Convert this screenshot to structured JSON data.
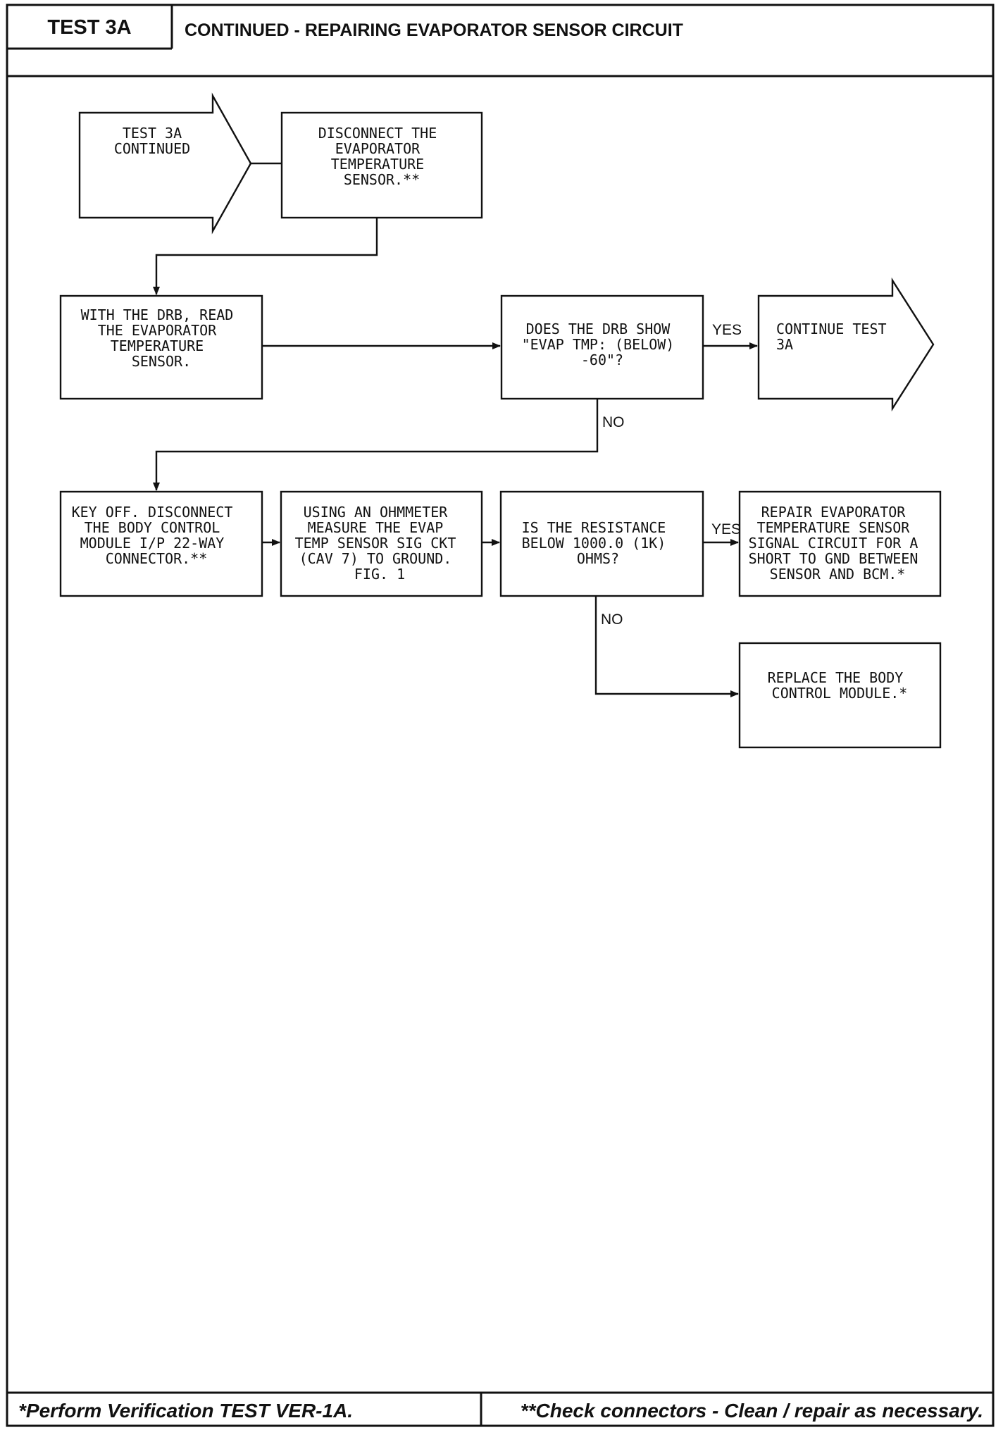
{
  "header": {
    "test_id": "TEST 3A",
    "title": "CONTINUED - REPAIRING EVAPORATOR SENSOR CIRCUIT"
  },
  "flow": {
    "start": [
      "TEST 3A",
      "CONTINUED"
    ],
    "disconnect_sensor": [
      "DISCONNECT THE",
      "EVAPORATOR",
      "TEMPERATURE",
      "SENSOR.**"
    ],
    "read_sensor": [
      "WITH THE DRB, READ",
      "THE EVAPORATOR",
      "TEMPERATURE",
      "SENSOR."
    ],
    "drb_question": [
      "DOES THE DRB SHOW",
      "\"EVAP TMP: (BELOW)",
      "-60\"?"
    ],
    "continue_test": [
      "CONTINUE TEST",
      "3A"
    ],
    "key_off": [
      "KEY OFF. DISCONNECT",
      "THE BODY CONTROL",
      "MODULE I/P 22-WAY",
      "CONNECTOR.**"
    ],
    "ohmmeter": [
      "USING AN OHMMETER",
      "MEASURE THE EVAP",
      "TEMP SENSOR SIG CKT",
      "(CAV 7) TO GROUND.",
      "FIG. 1"
    ],
    "resistance_question": [
      "IS THE RESISTANCE",
      "BELOW 1000.0 (1K)",
      "OHMS?"
    ],
    "repair_circuit": [
      "REPAIR EVAPORATOR",
      "TEMPERATURE SENSOR",
      "SIGNAL CIRCUIT FOR A",
      "SHORT TO GND BETWEEN",
      "SENSOR AND BCM.*"
    ],
    "replace_bcm": [
      "REPLACE THE BODY",
      "CONTROL MODULE.*"
    ]
  },
  "labels": {
    "yes": "YES",
    "no": "NO"
  },
  "footer": {
    "left": "*Perform Verification TEST VER-1A.",
    "right": "**Check connectors - Clean / repair as necessary."
  }
}
